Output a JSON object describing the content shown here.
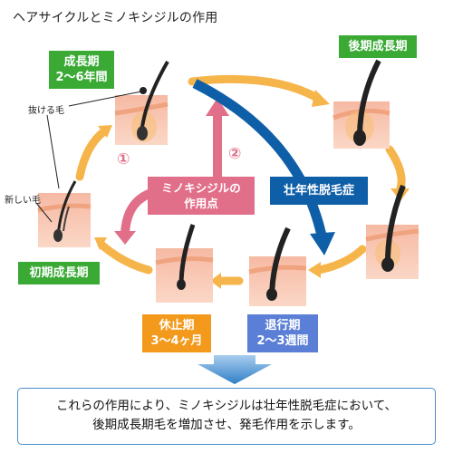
{
  "title": "ヘアサイクルとミノキシジルの作用",
  "stages": {
    "anagen_early": {
      "label": "成長期",
      "duration": "2〜6年間"
    },
    "anagen_late": {
      "label": "後期成長期"
    },
    "catagen": {
      "label": "退行期",
      "duration": "2〜3週間"
    },
    "telogen": {
      "label": "休止期",
      "duration": "3〜4ヶ月"
    },
    "initial_anagen": {
      "label": "初期成長期"
    }
  },
  "annotations": {
    "shedding_hair": "抜ける毛",
    "new_hair": "新しい毛",
    "marker_1": "①",
    "marker_2": "②"
  },
  "minoxidil_box": {
    "line1": "ミノキシジルの",
    "line2": "作用点"
  },
  "aga_box": "壮年性脱毛症",
  "summary": {
    "line1": "これらの作用により、ミノキシジルは壮年性脱毛症において、",
    "line2": "後期成長期毛を増加させ、発毛作用を示します。"
  },
  "colors": {
    "green": "#3aaa35",
    "orange": "#f39a1c",
    "blue": "#5b7fd6",
    "pink": "#e16f8a",
    "navy": "#0f5fa8",
    "cycle_arrow": "#f6b54a"
  }
}
